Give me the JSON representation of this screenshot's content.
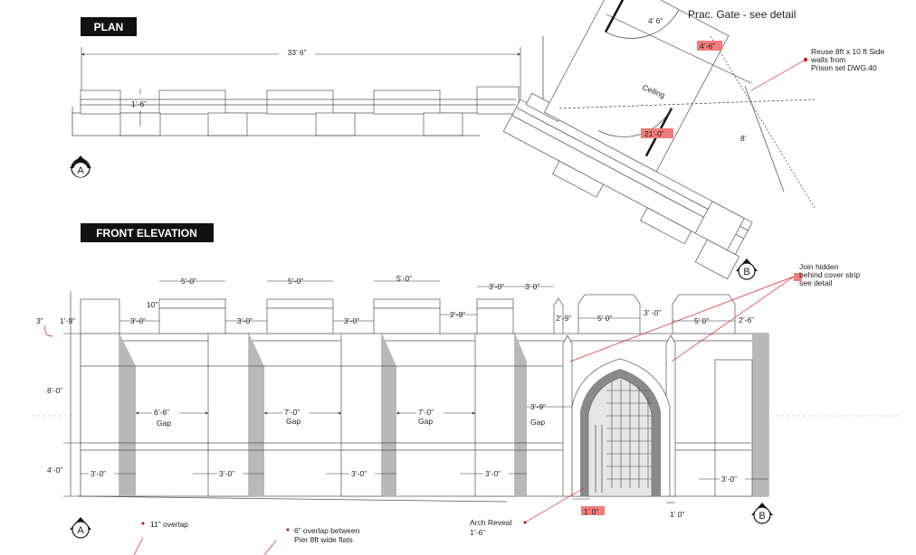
{
  "labels": {
    "plan": "PLAN",
    "front_elevation": "FRONT ELEVATION",
    "gate_title": "Prac. Gate - see detail",
    "ceiling": "Ceiling",
    "section_a": "A",
    "section_b": "B"
  },
  "notes": {
    "reuse": [
      "Reuse 8ft x 10 ft Side",
      "walls from",
      "Prison set DWG.40"
    ],
    "join": [
      "Join hidden",
      "behind cover strip",
      "see  detail"
    ],
    "overlap11": "11” overlap",
    "overlap6": [
      "6” overlap between",
      "Pier 8ft wide flats"
    ],
    "arch_reveal": [
      "Arch Reveal",
      "1’-6”"
    ]
  },
  "plan_dims": {
    "length": "33’ 6”",
    "depth": "1’-6”",
    "gate_width": "4’ 6”",
    "gate_red": "4’-6”",
    "gate_length": "21’-0”",
    "side": "8’"
  },
  "elev_dims": {
    "d3": "3”",
    "d1_9": "1’-9”",
    "d10": "10”",
    "d8_0": "8’-0”",
    "d4_0": "4’-0”",
    "merlon5a": "5’-0”",
    "merlon5b": "5’-0”",
    "merlon5c": "5’-0”",
    "gap3a": "3’-0”",
    "gap3b": "3’-0”",
    "gap3c": "3’-0”",
    "d2_9a": "2’-9”",
    "d3_0a": "3’-0”",
    "d3_0b": "3’ 0”",
    "d2_9b": "2’-9”",
    "d5_0a": "5’ 0”",
    "d3_0c": "3’ -0”",
    "d5_0b": "5’ 0”",
    "d2_6": "2’-6”",
    "gap6_6": "6’-6”",
    "gap7a": "7’-0”",
    "gap7b": "7’-0”",
    "gap3_9": "3’-9”",
    "gap_word": "Gap",
    "pier1": "3’-0”",
    "pier2": "3’-0”",
    "pier3": "3’-0”",
    "pier4": "3’-0”",
    "pier5": "3’-0”",
    "red1_0": "1’ 0”",
    "d1_0": "1’ 0”"
  }
}
